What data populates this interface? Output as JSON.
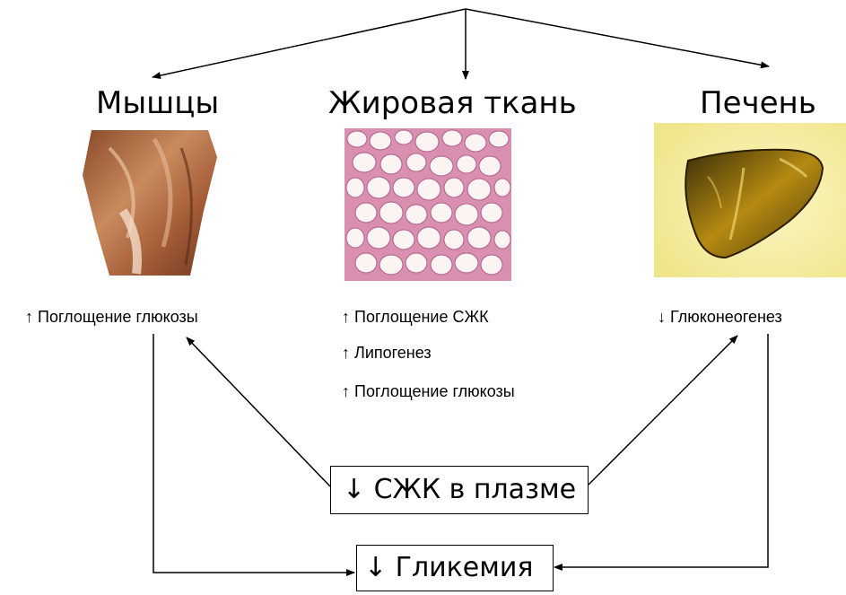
{
  "organs": [
    {
      "title": "Мышцы",
      "image_icon": "muscle-image"
    },
    {
      "title": "Жировая ткань",
      "image_icon": "adipose-tissue-image"
    },
    {
      "title": "Печень",
      "image_icon": "liver-image"
    }
  ],
  "effects": {
    "muscle": [
      "↑ Поглощение глюкозы"
    ],
    "adipose": [
      "↑ Поглощение СЖК",
      "↑ Липогенез",
      "↑ Поглощение глюкозы"
    ],
    "liver": [
      "↓ Глюконеогенез"
    ]
  },
  "boxes": {
    "ffa": "↓ СЖК в плазме",
    "glycemia": "↓  Гликемия"
  }
}
